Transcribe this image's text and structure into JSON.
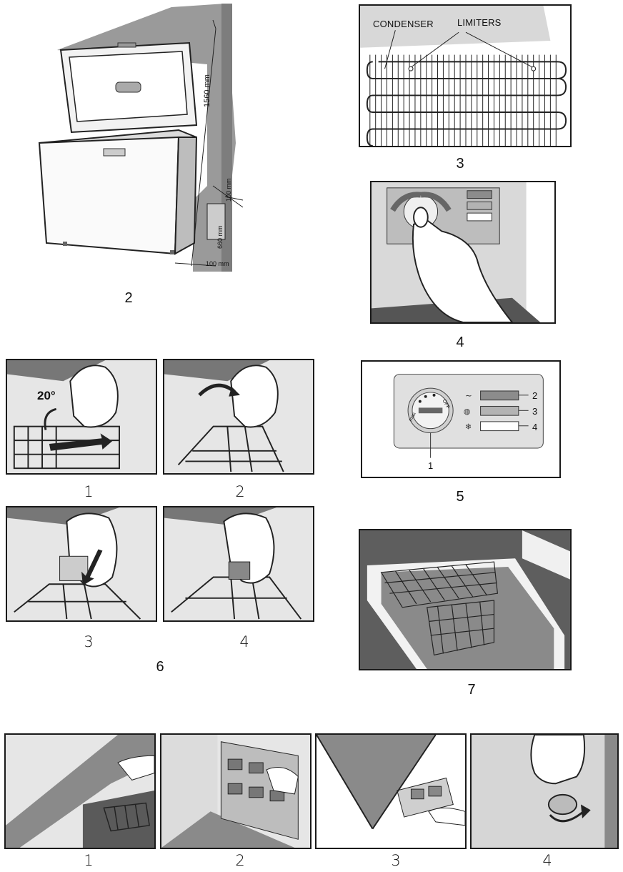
{
  "fig2": {
    "caption": "2",
    "dim_height": "1560 mm",
    "dim_top": "100 mm",
    "dim_depth": "660 mm",
    "dim_side": "100 mm"
  },
  "fig3": {
    "caption": "3",
    "label_condenser": "CONDENSER",
    "label_limiters": "LIMITERS"
  },
  "fig4": {
    "caption": "4"
  },
  "fig5": {
    "caption": "5",
    "callout_1": "1",
    "callout_2": "2",
    "callout_3": "3",
    "callout_4": "4",
    "dial_off": "OFF",
    "dial_max": "max"
  },
  "fig6": {
    "caption": "6",
    "angle": "20°",
    "steps": [
      "1",
      "2",
      "3",
      "4"
    ]
  },
  "fig7": {
    "caption": "7"
  },
  "bottom_steps": [
    "1",
    "2",
    "3",
    "4"
  ],
  "colors": {
    "panel": "#e6e6e6",
    "wall": "#8a8a8a",
    "border": "#1a1a1a",
    "led_green": "#8c8c8c",
    "led_yellow": "#b3b3b3",
    "led_white": "#ffffff"
  }
}
